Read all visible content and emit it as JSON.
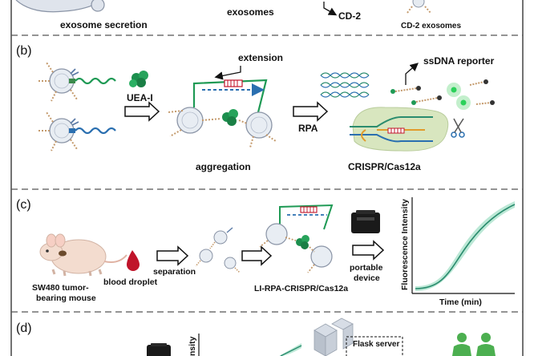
{
  "panel_a_partial": {
    "secretion_label": "exosome secretion",
    "exosomes_label": "exosomes",
    "cd2_label": "CD-2",
    "cd2_exosomes_label": "CD-2 exosomes"
  },
  "panel_b": {
    "tag": "(b)",
    "uea_label": "UEA-I",
    "extension_label": "extension",
    "aggregation_label": "aggregation",
    "rpa_label": "RPA",
    "reporter_label": "ssDNA reporter",
    "crispr_label": "CRISPR/Cas12a"
  },
  "panel_c": {
    "tag": "(c)",
    "mouse_label_1": "SW480 tumor-",
    "mouse_label_2": "bearing mouse",
    "blood_label": "blood droplet",
    "separation_label": "separation",
    "assay_label": "LI-RPA-CRISPR/Cas12a",
    "device_label_1": "portable",
    "device_label_2": "device",
    "chart_ylabel": "Fluorescence Intensity",
    "chart_xlabel": "Time (min)"
  },
  "panel_d_partial": {
    "tag": "(d)",
    "axis_label_fragment": "nsity",
    "server_label": "Flask server"
  },
  "colors": {
    "green_dna": "#1f9a55",
    "blue_dna": "#2a6fb0",
    "cas_blob": "#d8e6bf",
    "blood": "#c0142a",
    "curve": "#2a8c6e",
    "curve_band": "#a6e0c8"
  }
}
